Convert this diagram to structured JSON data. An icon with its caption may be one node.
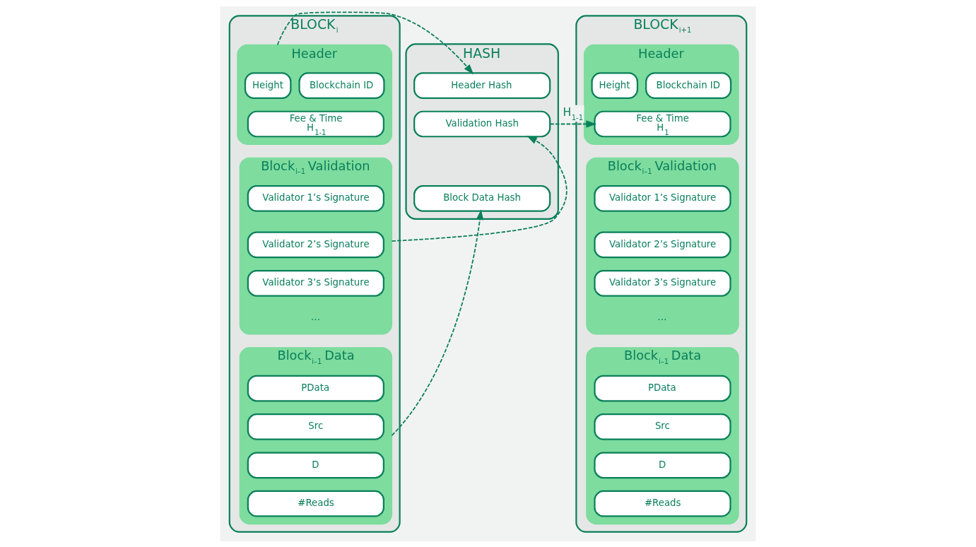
{
  "diagram": {
    "nodes": [
      {
        "text": [
          "BLOCK$_{i}$"
        ]
      },
      {
        "text": [
          "Header"
        ],
        "in": 0
      },
      {
        "text": [
          "Blockchain ID"
        ],
        "in": 1
      },
      {
        "text": [
          "Height"
        ],
        "in": 1
      },
      {
        "text": [
          "Fee & Time",
          "H$_{1-1}$"
        ],
        "in": 1
      },
      {
        "text": [
          "Block$_{i–1}$ Validation"
        ],
        "in": 0
      },
      {
        "text": [
          "Validator 1’s Signature"
        ],
        "in": 5
      },
      {
        "text": [
          "Validator 2’s Signature"
        ],
        "in": 5
      },
      {
        "text": [
          "Validator 3’s Signature"
        ],
        "in": 5
      },
      {
        "text": [
          "Block$_{i–1}$ Data"
        ],
        "in": 0
      },
      {
        "text": [
          "PData"
        ],
        "in": 9
      },
      {
        "text": [
          "Src"
        ],
        "in": 9
      },
      {
        "text": [
          "D"
        ],
        "in": 9
      },
      {
        "text": [
          "#Reads"
        ],
        "in": 9
      },
      {
        "text": [
          "HASH"
        ]
      },
      {
        "text": [
          "Header Hash"
        ],
        "in": 14
      },
      {
        "text": [
          "Validation Hash"
        ],
        "in": 14
      },
      {
        "text": [
          "Block Data Hash"
        ],
        "in": 14
      },
      {
        "text": [
          "BLOCK$_{i+1}$"
        ]
      },
      {
        "text": [
          "Header"
        ],
        "in": 18
      },
      {
        "text": [
          "Blockchain ID"
        ],
        "in": 19
      },
      {
        "text": [
          "Height"
        ],
        "in": 19
      },
      {
        "text": [
          "Fee & Time",
          "H$_{1}$"
        ],
        "in": 19
      },
      {
        "text": [
          "Block$_{i–1}$ Validation"
        ],
        "in": 18
      },
      {
        "text": [
          "Validator 1’s Signature"
        ],
        "in": 23
      },
      {
        "text": [
          "Validator 2’s Signature"
        ],
        "in": 23
      },
      {
        "text": [
          "Validator 3’s Signature"
        ],
        "in": 23
      },
      {
        "text": [
          "Block$_{i–1}$ Data"
        ],
        "in": 18
      },
      {
        "text": [
          "PData"
        ],
        "in": 27
      },
      {
        "text": [
          "Src"
        ],
        "in": 27
      },
      {
        "text": [
          "D"
        ],
        "in": 27
      },
      {
        "text": [
          "#Reads"
        ],
        "in": 27
      }
    ],
    "edges": [
      {
        "from": 1,
        "to": 15,
        "arrow": "to",
        "style": "dashed"
      },
      {
        "from": 5,
        "to": 16,
        "arrow": "to",
        "style": "dashed"
      },
      {
        "from": 9,
        "to": 17,
        "arrow": "to",
        "style": "dashed"
      },
      {
        "from": 16,
        "to": 22,
        "label": "H$_{1-1}$",
        "arrow": "to",
        "style": "dashed"
      }
    ],
    "labels": [
      "…",
      "…"
    ]
  }
}
